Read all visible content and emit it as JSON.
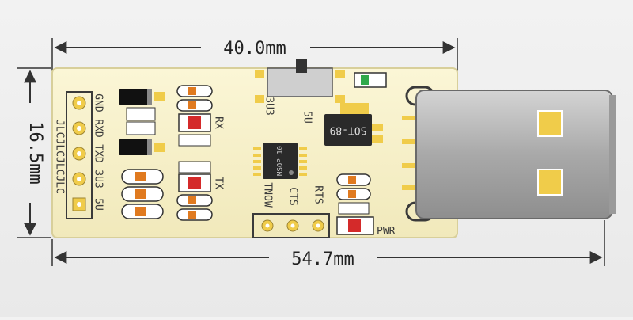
{
  "dimensions": {
    "top_width": "40.0mm",
    "bottom_width": "54.7mm",
    "height": "16.5mm"
  },
  "silkscreen": {
    "pin_labels": [
      "GND",
      "RXD",
      "TXD",
      "3U3",
      "5U"
    ],
    "brand": "JLCJLCJLCJLC",
    "switch_left": "3U3",
    "switch_right": "5U",
    "rx": "RX",
    "tx": "TX",
    "pwr": "PWR",
    "header_labels": [
      "TNOW",
      "CTS",
      "RTS"
    ],
    "chip_sot": "SOT-89",
    "chip_msop": "MSOP 10"
  },
  "colors": {
    "board": "#f6f0c8",
    "board_edge": "#d8cf9a",
    "silk": "#3a3a3a",
    "pad": "#f0cc4a",
    "led_red": "#d42a2a",
    "led_green": "#2fa84a",
    "usb_metal": "#b8b8b8"
  }
}
